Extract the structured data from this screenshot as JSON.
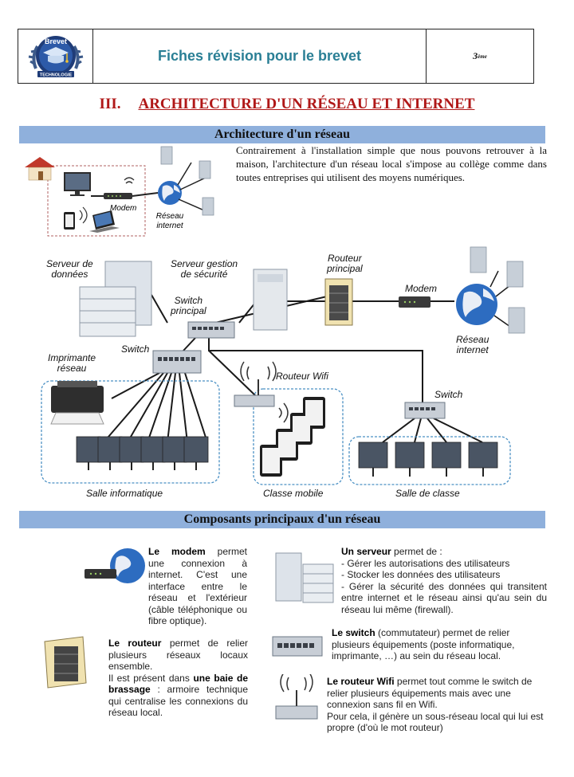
{
  "header": {
    "logo_top": "Brevet",
    "logo_bottom": "TECHNOLOGIE",
    "title": "Fiches révision pour le brevet",
    "level": "3",
    "level_sup": "ème"
  },
  "section": {
    "number": "III.",
    "title": "ARCHITECTURE D'UN RÉSEAU ET INTERNET"
  },
  "band1": "Architecture d'un réseau",
  "intro": "Contrairement à l'installation simple que nous pouvons retrouver à la maison, l'architecture d'un réseau local s'impose au collège comme dans toutes entreprises qui utilisent des moyens numériques.",
  "home_diagram": {
    "modem": "Modem",
    "internet": [
      "Réseau",
      "internet"
    ]
  },
  "network_diagram": {
    "data_server": [
      "Serveur de",
      "données"
    ],
    "security_server": [
      "Serveur gestion",
      "de sécurité"
    ],
    "main_router": [
      "Routeur",
      "principal"
    ],
    "modem": "Modem",
    "main_switch": [
      "Switch",
      "principal"
    ],
    "internet": [
      "Réseau",
      "internet"
    ],
    "printer": [
      "Imprimante",
      "réseau"
    ],
    "switch_left": "Switch",
    "wifi_router": "Routeur Wifi",
    "switch_right": "Switch",
    "room_it": "Salle informatique",
    "room_mobile": "Classe mobile",
    "room_class": "Salle de classe"
  },
  "band2": "Composants principaux d'un réseau",
  "components": {
    "modem": {
      "bold": "Le modem",
      "text": " permet une connexion à internet. C'est une interface entre le réseau et l'extérieur (câble téléphonique ou fibre optique)."
    },
    "router": {
      "bold": "Le routeur",
      "text": " permet de relier plusieurs réseaux locaux ensemble.",
      "text2a": "Il est présent dans ",
      "bold2": "une baie de brassage",
      "text2b": " : armoire technique qui centralise les connexions du réseau local."
    },
    "server": {
      "bold": "Un serveur",
      "intro": " permet de :",
      "items": [
        "- Gérer les autorisations des utilisateurs",
        "- Stocker les données des utilisateurs",
        "- Gérer la sécurité des données qui transitent entre internet et le réseau ainsi qu'au sein du réseau lui même (firewall)."
      ]
    },
    "switch": {
      "bold": "Le switch",
      "text": " (commutateur) permet de relier plusieurs équipements (poste informatique, imprimante, …) au sein du réseau local."
    },
    "wifi": {
      "bold": "Le routeur Wifi",
      "text": " permet tout comme le switch de relier plusieurs équipements mais avec une connexion sans fil en Wifi.",
      "text2": "Pour cela, il génère un sous-réseau local qui lui est propre (d'où le mot routeur)"
    }
  },
  "colors": {
    "band": "#8fb0dc",
    "section_title": "#b01818",
    "header_title": "#2a7f95",
    "dashed_border": "#4a90c4"
  }
}
